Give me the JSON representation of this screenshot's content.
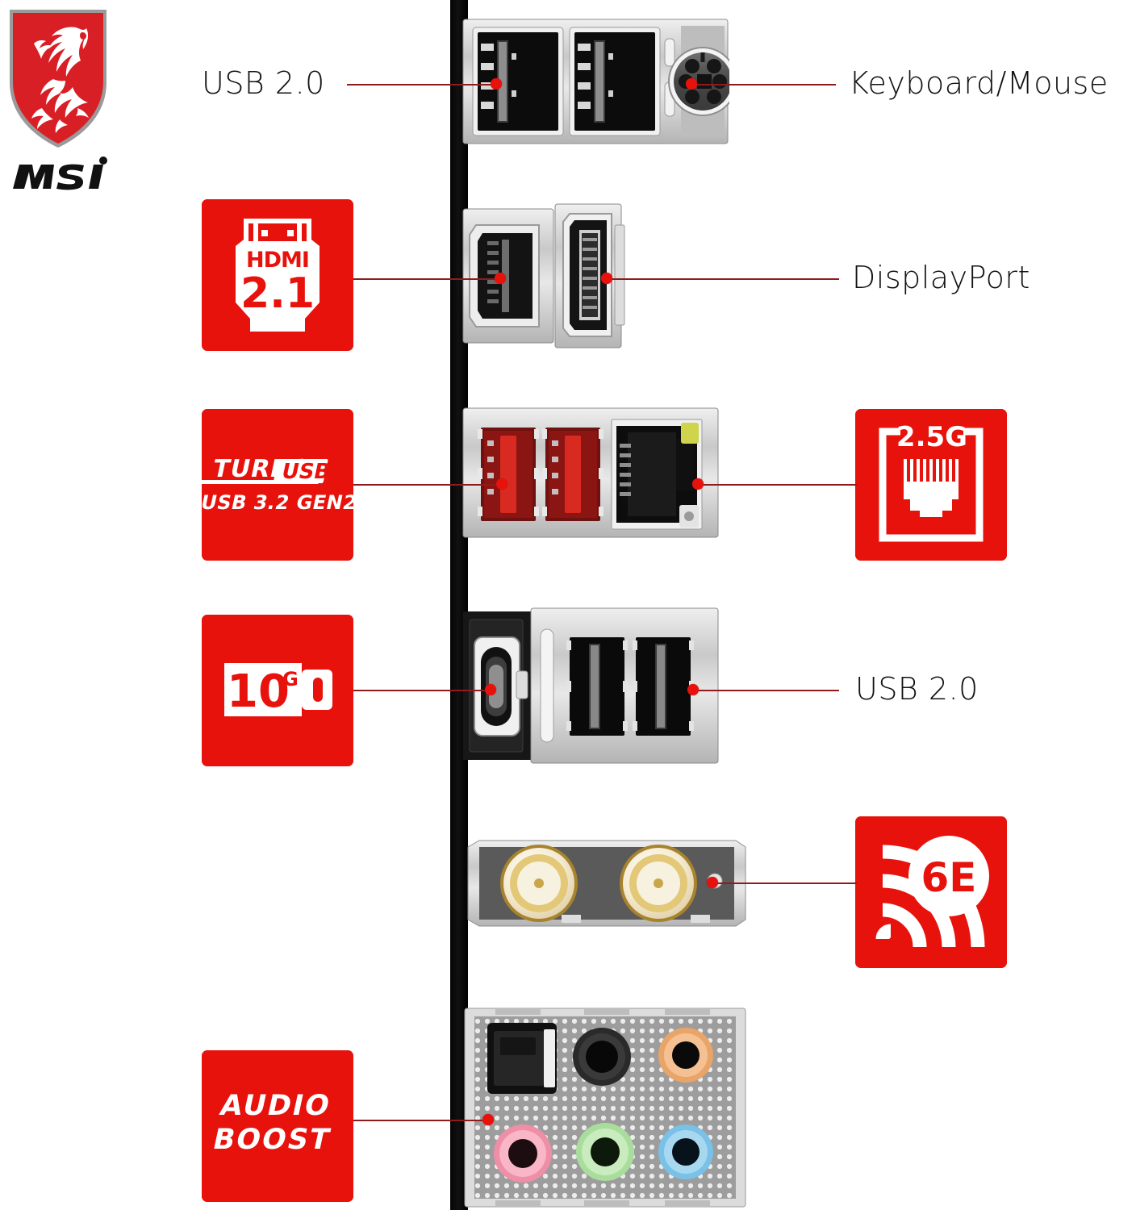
{
  "brand": {
    "logo_name": "MSI",
    "wordmark": "msi",
    "shield_color": "#d81f26",
    "dragon_color": "#ffffff"
  },
  "theme": {
    "accent_red": "#e8120c",
    "badge_red": "#e8120c",
    "leader_line": "#8e1c1c",
    "text_color": "#131313",
    "background": "#ffffff"
  },
  "callouts": [
    {
      "id": "usb20-top",
      "label": "USB 2.0",
      "side": "left"
    },
    {
      "id": "keyboard-mouse",
      "label": "Keyboard/Mouse",
      "side": "right"
    },
    {
      "id": "displayport",
      "label": "DisplayPort",
      "side": "right"
    },
    {
      "id": "usb20-bottom",
      "label": "USB 2.0",
      "side": "right"
    }
  ],
  "badges": [
    {
      "id": "hdmi",
      "type": "hdmi-badge",
      "title": "HDMI",
      "version": "2.1",
      "side": "left"
    },
    {
      "id": "turbo-usb",
      "type": "turbo-usb-badge",
      "line1": "TURBO",
      "line1_tail": "USB",
      "line2": "USB 3.2 GEN2",
      "side": "left"
    },
    {
      "id": "lan-25g",
      "type": "lan-badge",
      "speed": "2.5G",
      "side": "right"
    },
    {
      "id": "usbc-10g",
      "type": "usbc-badge",
      "speed": "10",
      "unit": "G",
      "side": "left"
    },
    {
      "id": "wifi-6e",
      "type": "wifi-badge",
      "standard": "6E",
      "side": "right"
    },
    {
      "id": "audio-boost",
      "type": "audio-badge",
      "line1": "AUDIO",
      "line2": "BOOST",
      "side": "left"
    }
  ],
  "io_modules": [
    {
      "id": "module-usb-ps2",
      "name": "usb2-and-ps2-module",
      "ports": [
        {
          "name": "usb-2.0-port",
          "count": 2,
          "color": "#0a0a0a"
        },
        {
          "name": "ps2-combo-port",
          "count": 1,
          "color": "#2a2a2a"
        }
      ]
    },
    {
      "id": "module-video",
      "name": "video-output-module",
      "ports": [
        {
          "name": "hdmi-port",
          "count": 1,
          "color": "#131313"
        },
        {
          "name": "displayport-port",
          "count": 1,
          "color": "#131313"
        }
      ]
    },
    {
      "id": "module-usb32-lan",
      "name": "usb32-gen2-and-lan-module",
      "ports": [
        {
          "name": "usb-3.2-gen2-port",
          "count": 2,
          "color": "#c41a19"
        },
        {
          "name": "rj45-lan-port",
          "count": 1,
          "color": "#101010"
        }
      ]
    },
    {
      "id": "module-usbc-usb2",
      "name": "usb-c-and-usb2-module",
      "ports": [
        {
          "name": "usb-type-c-port",
          "count": 1,
          "color": "#1a1a1a"
        },
        {
          "name": "usb-2.0-port",
          "count": 2,
          "color": "#0a0a0a"
        }
      ]
    },
    {
      "id": "module-antenna",
      "name": "wifi-antenna-module",
      "ports": [
        {
          "name": "sma-antenna-connector",
          "count": 2,
          "color": "#d8b24a"
        }
      ]
    },
    {
      "id": "module-audio",
      "name": "audio-jack-module",
      "ports": [
        {
          "name": "optical-spdif-out-port",
          "count": 1,
          "color": "#101010"
        },
        {
          "name": "audio-jack-black",
          "count": 1,
          "color": "#1c1c1c"
        },
        {
          "name": "audio-jack-orange",
          "count": 1,
          "color": "#f2b279"
        },
        {
          "name": "audio-jack-pink",
          "count": 1,
          "color": "#f2a0b4"
        },
        {
          "name": "audio-jack-green",
          "count": 1,
          "color": "#b8e3ac"
        },
        {
          "name": "audio-jack-blue",
          "count": 1,
          "color": "#8fcbe8"
        }
      ]
    }
  ]
}
